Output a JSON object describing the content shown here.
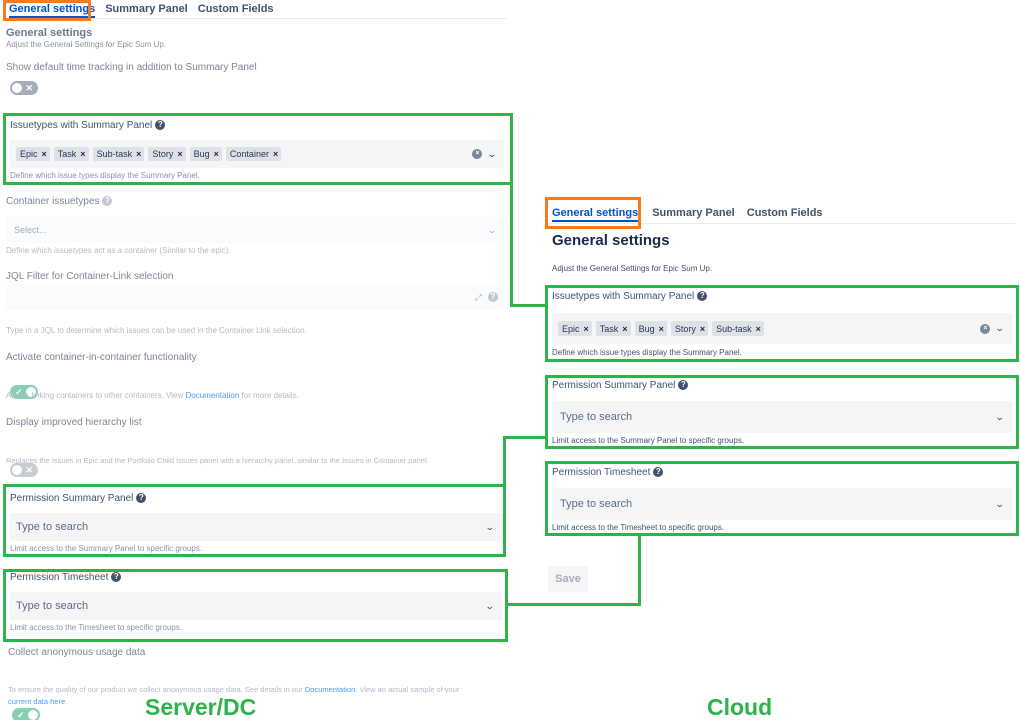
{
  "server": {
    "tabs": [
      "General settings",
      "Summary Panel",
      "Custom Fields"
    ],
    "heading": "General settings",
    "subheading": "Adjust the General Settings for Epic Sum Up.",
    "show_time_tracking": {
      "label": "Show default time tracking in addition to Summary Panel",
      "on": false
    },
    "issuetypes": {
      "label": "Issuetypes with Summary Panel",
      "chips": [
        "Epic",
        "Task",
        "Sub-task",
        "Story",
        "Bug",
        "Container"
      ],
      "desc": "Define which issue types display the Summary Panel."
    },
    "container_issuetypes": {
      "label": "Container issuetypes",
      "placeholder": "Select...",
      "desc": "Define which issuetypes act as a container (Similar to the epic)."
    },
    "jql_filter": {
      "label": "JQL Filter for Container-Link selection",
      "desc": "Type in a JQL to determine which issues can be used in the Container Link selection."
    },
    "container_in_container": {
      "label": "Activate container-in-container functionality",
      "on": true,
      "desc_before": "Allows linking containers to other containers. View ",
      "desc_link": "Documentation",
      "desc_after": " for more details."
    },
    "hierarchy_list": {
      "label": "Display improved hierarchy list",
      "on": false,
      "desc": "Replaces the Issues in Epic and the Portfolio Child Issues panel with a hierarchy panel, similar to the Issues in Container panel."
    },
    "permission_summary": {
      "label": "Permission Summary Panel",
      "placeholder": "Type to search",
      "desc": "Limit access to the Summary Panel to specific groups."
    },
    "permission_timesheet": {
      "label": "Permission Timesheet",
      "placeholder": "Type to search",
      "desc": "Limit access to the Timesheet to specific groups."
    },
    "anonymous_data": {
      "label": "Collect anonymous usage data",
      "on": true,
      "desc_1": "To ensure the quality of our product we collect anonymous usage data. See details in our ",
      "desc_link1": "Documentation",
      "desc_2": ". View an actual sample of your",
      "desc_link2": "current data here",
      "desc_3": "."
    },
    "caption": "Server/DC"
  },
  "cloud": {
    "tabs": [
      "General settings",
      "Summary Panel",
      "Custom Fields"
    ],
    "heading": "General settings",
    "subheading": "Adjust the General Settings for Epic Sum Up.",
    "issuetypes": {
      "label": "Issuetypes with Summary Panel",
      "chips": [
        "Epic",
        "Task",
        "Bug",
        "Story",
        "Sub-task"
      ],
      "desc": "Define which issue types display the Summary Panel."
    },
    "permission_summary": {
      "label": "Permission Summary Panel",
      "placeholder": "Type to search",
      "desc": "Limit access to the Summary Panel to specific groups."
    },
    "permission_timesheet": {
      "label": "Permission Timesheet",
      "placeholder": "Type to search",
      "desc": "Limit access to the Timesheet to specific groups."
    },
    "save_label": "Save",
    "caption": "Cloud"
  },
  "icons": {
    "help": "?",
    "remove": "×",
    "clear": "×",
    "chevron": "⌄",
    "expand": "⤢",
    "toggle_on": "✓",
    "toggle_off": "✕"
  },
  "colors": {
    "highlight_green": "#2db34a",
    "highlight_orange": "#f47b20",
    "accent_blue": "#0052cc",
    "toggle_on": "#36b37e",
    "toggle_off": "#a5adba"
  }
}
